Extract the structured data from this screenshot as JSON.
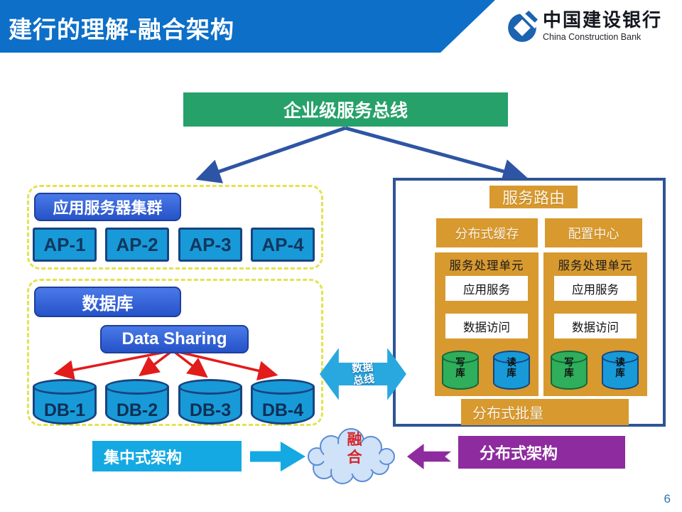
{
  "header": {
    "title": "建行的理解-融合架构",
    "logo_cn": "中国建设银行",
    "logo_en": "China Construction Bank"
  },
  "esb": {
    "label": "企业级服务总线"
  },
  "app_cluster": {
    "label": "应用服务器集群",
    "nodes": [
      "AP-1",
      "AP-2",
      "AP-3",
      "AP-4"
    ]
  },
  "database": {
    "label": "数据库",
    "sharing_label": "Data Sharing",
    "nodes": [
      "DB-1",
      "DB-2",
      "DB-3",
      "DB-4"
    ]
  },
  "data_bus": {
    "label": "数据总线"
  },
  "service_panel": {
    "title": "服务路由",
    "cache_label": "分布式缓存",
    "config_label": "配置中心",
    "units": [
      {
        "title": "服务处理单元",
        "app_label": "应用服务",
        "data_label": "数据访问",
        "write_db": "写库",
        "read_db": "读库"
      },
      {
        "title": "服务处理单元",
        "app_label": "应用服务",
        "data_label": "数据访问",
        "write_db": "写库",
        "read_db": "读库"
      }
    ],
    "batch_label": "分布式批量"
  },
  "bottom": {
    "centralized": "集中式架构",
    "cloud": "融合",
    "distributed": "分布式架构"
  },
  "page_number": "6",
  "colors": {
    "header_blue": "#0d6fc8",
    "esb_green": "#26a169",
    "royal_blue": "#2b5ed0",
    "node_cyan": "#189ad8",
    "orange": "#d8992f",
    "panel_border": "#2e5496",
    "purple": "#8e2b9f",
    "cyan": "#14a9e2",
    "arrow_blue": "#2e55a4",
    "arrow_red": "#e21b1b",
    "write_green": "#2fae5b",
    "fusion_red": "#d3262a",
    "dashed_yellow": "#e3e34f"
  }
}
